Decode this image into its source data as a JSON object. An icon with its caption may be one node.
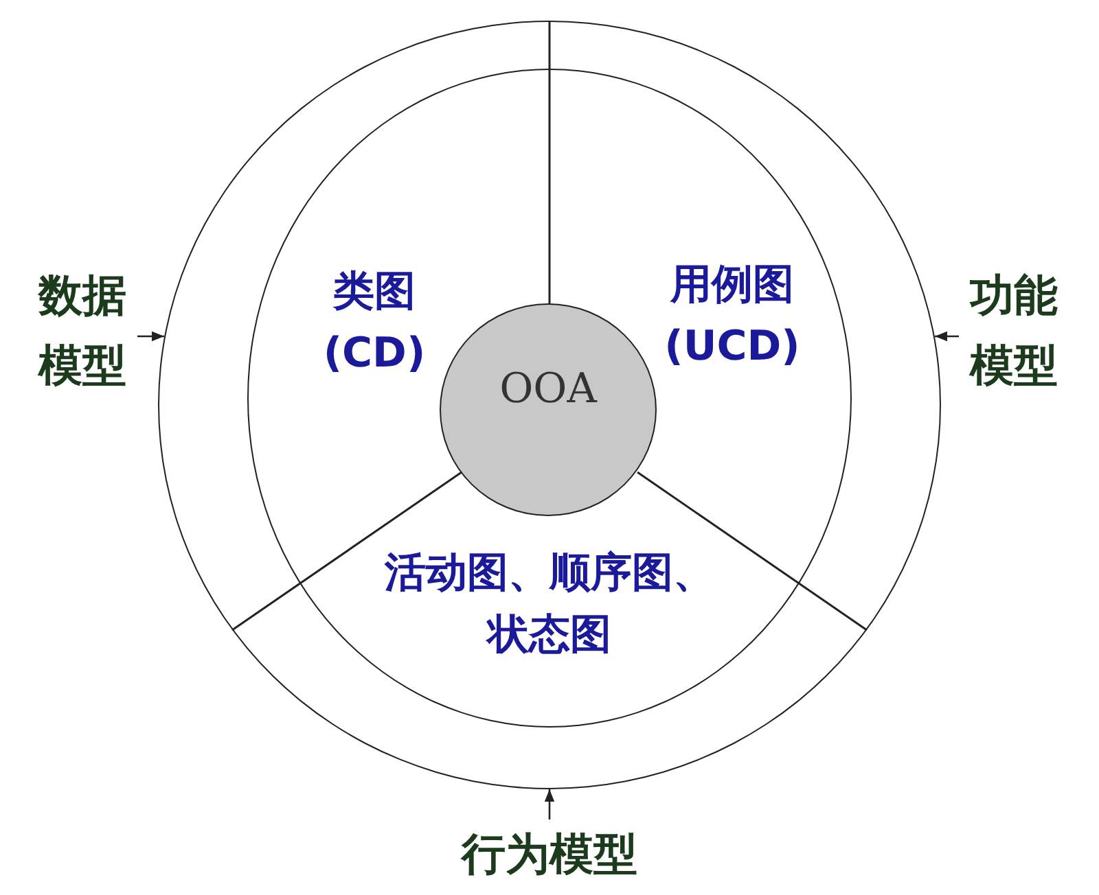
{
  "diagram": {
    "nodes": [
      {
        "text": [],
        "shape": "circle"
      },
      {
        "text": [],
        "shape": "circle",
        "in": 0
      },
      {
        "text": [
          "OOA"
        ],
        "in": 1
      },
      {
        "text": [
          "数据模型"
        ]
      },
      {
        "text": [
          "功能模型"
        ]
      },
      {
        "text": [
          "行为模型"
        ]
      }
    ],
    "edges": [
      {
        "from": 3,
        "to": 0,
        "arrow": "to"
      },
      {
        "from": 4,
        "to": 0,
        "arrow": "to"
      },
      {
        "from": 5,
        "to": 0,
        "arrow": "to"
      }
    ],
    "labels": [
      "类图(CD)",
      "用例图(UCD)",
      "活动图、顺序图、状态图"
    ]
  }
}
